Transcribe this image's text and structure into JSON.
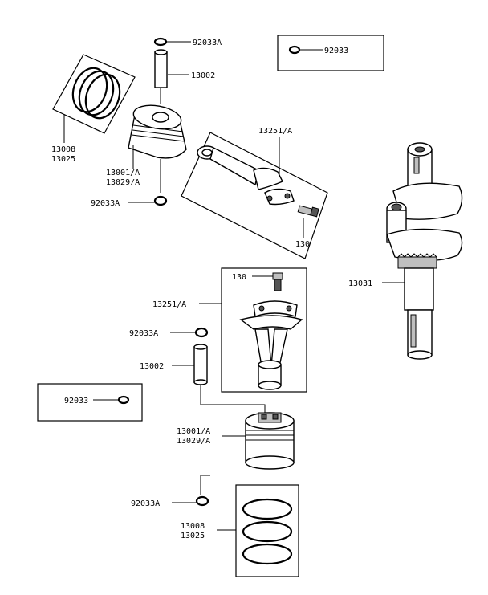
{
  "labels": {
    "circlip_top": "92033A",
    "pin_top": "13002",
    "circlip_box_top": "92033",
    "rings_top_a": "13008",
    "rings_top_b": "13025",
    "piston_top_a": "13001/A",
    "piston_top_b": "13029/A",
    "circlip_mid": "92033A",
    "conrod_top": "13251/A",
    "bolt_top": "130",
    "crankshaft": "13031",
    "bolt_bottom": "130",
    "conrod_bottom": "13251/A",
    "circlip_low": "92033A",
    "pin_bottom": "13002",
    "circlip_box_bottom": "92033",
    "piston_bottom_a": "13001/A",
    "piston_bottom_b": "13029/A",
    "circlip_bottom": "92033A",
    "rings_bottom_a": "13008",
    "rings_bottom_b": "13025"
  },
  "icons": [
    "circlip-icon",
    "piston-pin-icon",
    "piston-ring-set-icon",
    "piston-icon",
    "connecting-rod-icon",
    "conrod-bolt-icon",
    "crankshaft-icon"
  ]
}
